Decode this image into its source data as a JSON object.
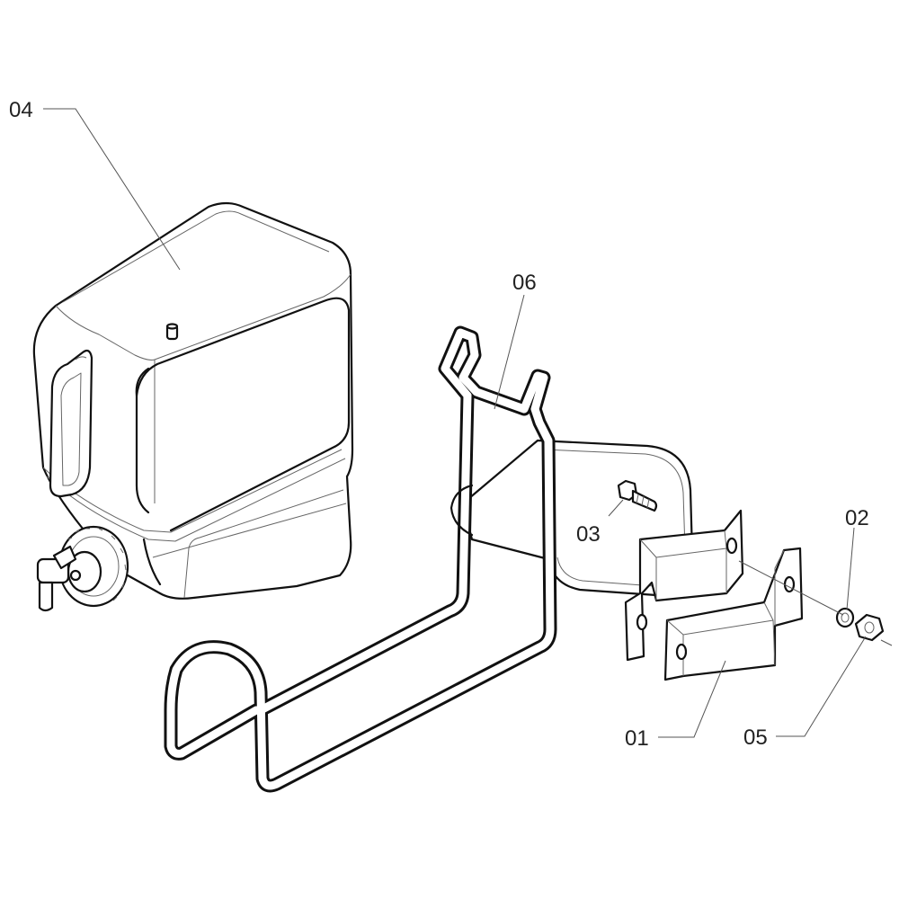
{
  "diagram": {
    "callouts": {
      "canister": "04",
      "rack": "06",
      "bolt": "03",
      "lock_washer": "02",
      "clamp_plate": "01",
      "nut": "05"
    }
  }
}
